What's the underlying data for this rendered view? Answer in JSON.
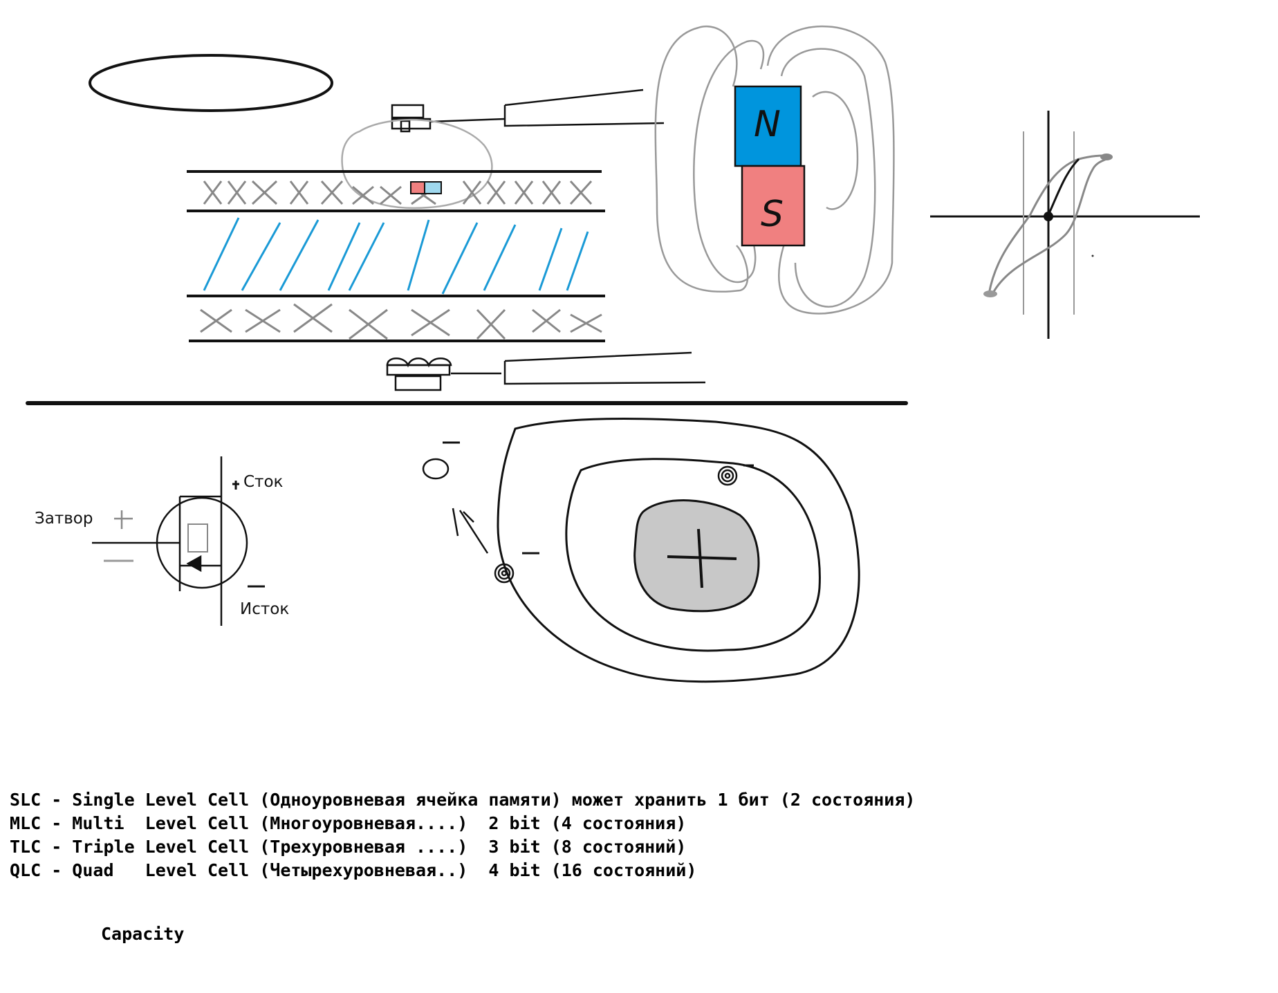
{
  "magnet": {
    "north": "N",
    "south": "S",
    "north_color": "#0095dd",
    "south_color": "#f08080"
  },
  "transistor": {
    "drain": "Сток",
    "gate": "Затвор",
    "source": "Исток"
  },
  "cell_types": [
    "SLC - Single Level Cell (Одноуровневая ячейка памяти) может хранить 1 бит (2 состояния)",
    "MLC - Multi  Level Cell (Многоуровневая....)  2 bit (4 состояния)",
    "TLC - Triple Level Cell (Трехуровневая ....)  3 bit (8 состояний)",
    "QLC - Quad   Level Cell (Четырехуровневая..)  4 bit (16 состояний)"
  ],
  "capacity_label": "Capacity",
  "colors": {
    "ink": "#111111",
    "grey": "#888888",
    "blue_stripe": "#1a9ad6",
    "nucleus": "#c8c8c8"
  }
}
